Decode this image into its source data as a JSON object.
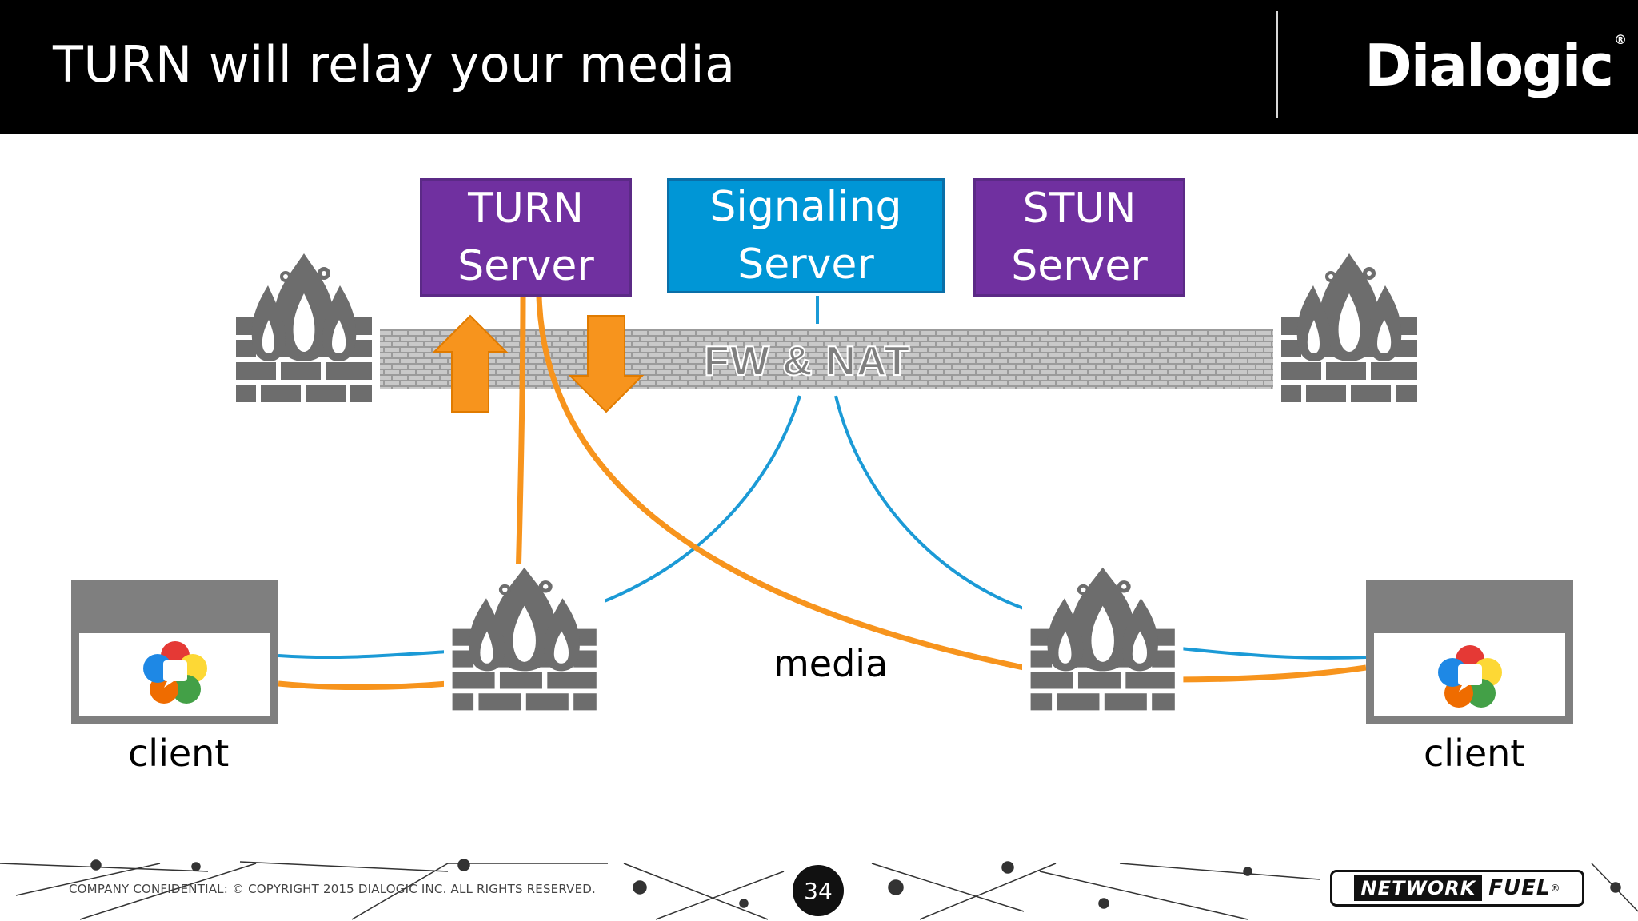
{
  "header": {
    "title": "TURN will relay your media",
    "logo_text": "Dialogic",
    "logo_mark": "®"
  },
  "servers": {
    "turn": {
      "line1": "TURN",
      "line2": "Server"
    },
    "signaling": {
      "line1": "Signaling",
      "line2": "Server"
    },
    "stun": {
      "line1": "STUN",
      "line2": "Server"
    }
  },
  "labels": {
    "fw_nat": "FW & NAT",
    "media": "media",
    "client_left": "client",
    "client_right": "client"
  },
  "footer": {
    "confidential": "COMPANY CONFIDENTIAL:  © COPYRIGHT 2015 DIALOGIC INC.  ALL RIGHTS RESERVED.",
    "page_number": "34",
    "network": "NETWORK",
    "fuel": "FUEL",
    "fuel_mark": "®"
  },
  "colors": {
    "header_bg": "#000000",
    "turn_stun_purple": "#7030a0",
    "signaling_blue": "#0096d6",
    "media_orange": "#f7941d",
    "signal_line_blue": "#1b9ad6",
    "firewall_gray": "#6d6d6d"
  },
  "icons": [
    "firewall-icon",
    "webrtc-logo-icon",
    "up-arrow-icon",
    "down-arrow-icon"
  ]
}
